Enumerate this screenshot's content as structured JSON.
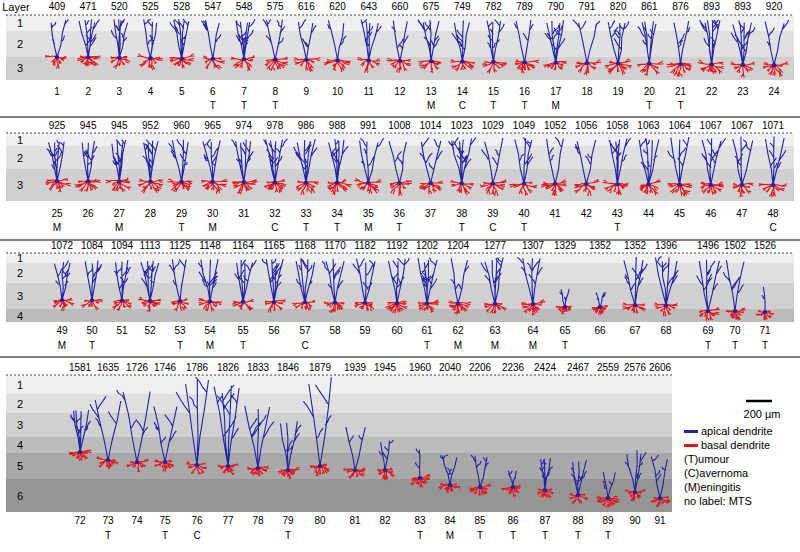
{
  "diagram": {
    "labels": [
      "Layer",
      "1",
      "2",
      "3",
      "409",
      "471",
      "520",
      "525",
      "528",
      "547",
      "548",
      "575",
      "616",
      "620",
      "643",
      "660",
      "675",
      "749",
      "782",
      "789",
      "790",
      "791",
      "820",
      "861",
      "876",
      "893",
      "893",
      "920",
      "1",
      "2",
      "3",
      "4",
      "5",
      "6",
      "7",
      "8",
      "9",
      "10",
      "11",
      "12",
      "13",
      "14",
      "15",
      "16",
      "17",
      "18",
      "19",
      "20",
      "21",
      "22",
      "23",
      "24",
      "T",
      "T",
      "T",
      "M",
      "C",
      "T",
      "T",
      "M",
      "T",
      "T",
      "1",
      "2",
      "3",
      "925",
      "945",
      "945",
      "952",
      "960",
      "965",
      "974",
      "978",
      "986",
      "988",
      "991",
      "1008",
      "1014",
      "1023",
      "1029",
      "1049",
      "1052",
      "1056",
      "1058",
      "1063",
      "1064",
      "1067",
      "1067",
      "1071",
      "25",
      "26",
      "27",
      "28",
      "29",
      "30",
      "31",
      "32",
      "33",
      "34",
      "35",
      "36",
      "37",
      "38",
      "39",
      "40",
      "41",
      "42",
      "43",
      "44",
      "45",
      "46",
      "47",
      "48",
      "M",
      "M",
      "T",
      "M",
      "C",
      "T",
      "T",
      "M",
      "T",
      "T",
      "C",
      "T",
      "T",
      "C",
      "1",
      "2",
      "3",
      "4",
      "1072",
      "1084",
      "1094",
      "1113",
      "1125",
      "1148",
      "1164",
      "1165",
      "1168",
      "1170",
      "1182",
      "1192",
      "1202",
      "1204",
      "1277",
      "1307",
      "1329",
      "1352",
      "1352",
      "1396",
      "1496",
      "1502",
      "1526",
      "49",
      "50",
      "51",
      "52",
      "53",
      "54",
      "55",
      "56",
      "57",
      "58",
      "59",
      "60",
      "61",
      "62",
      "63",
      "64",
      "65",
      "66",
      "67",
      "68",
      "69",
      "70",
      "71",
      "M",
      "T",
      "T",
      "M",
      "T",
      "C",
      "T",
      "M",
      "M",
      "M",
      "T",
      "T",
      "T",
      "T",
      "1",
      "2",
      "3",
      "4",
      "5",
      "6",
      "1581",
      "1635",
      "1726",
      "1746",
      "1786",
      "1826",
      "1833",
      "1846",
      "1879",
      "1939",
      "1945",
      "1960",
      "2040",
      "2206",
      "2236",
      "2424",
      "2467",
      "2559",
      "2576",
      "2606",
      "72",
      "73",
      "74",
      "75",
      "76",
      "77",
      "78",
      "79",
      "80",
      "81",
      "82",
      "83",
      "84",
      "85",
      "86",
      "87",
      "88",
      "89",
      "90",
      "91",
      "T",
      "T",
      "C",
      "T",
      "T",
      "M",
      "T",
      "T",
      "T",
      "T",
      "T",
      "200 µm"
    ],
    "legend": [
      {
        "text": "apical dendrite",
        "color": "#2323a8"
      },
      {
        "text": "basal dendrite",
        "color": "#e8141c"
      },
      {
        "text": "(T)umour"
      },
      {
        "text": "(C)avernoma"
      },
      {
        "text": "(M)eningitis"
      },
      {
        "text": "no label: MTS"
      }
    ]
  }
}
